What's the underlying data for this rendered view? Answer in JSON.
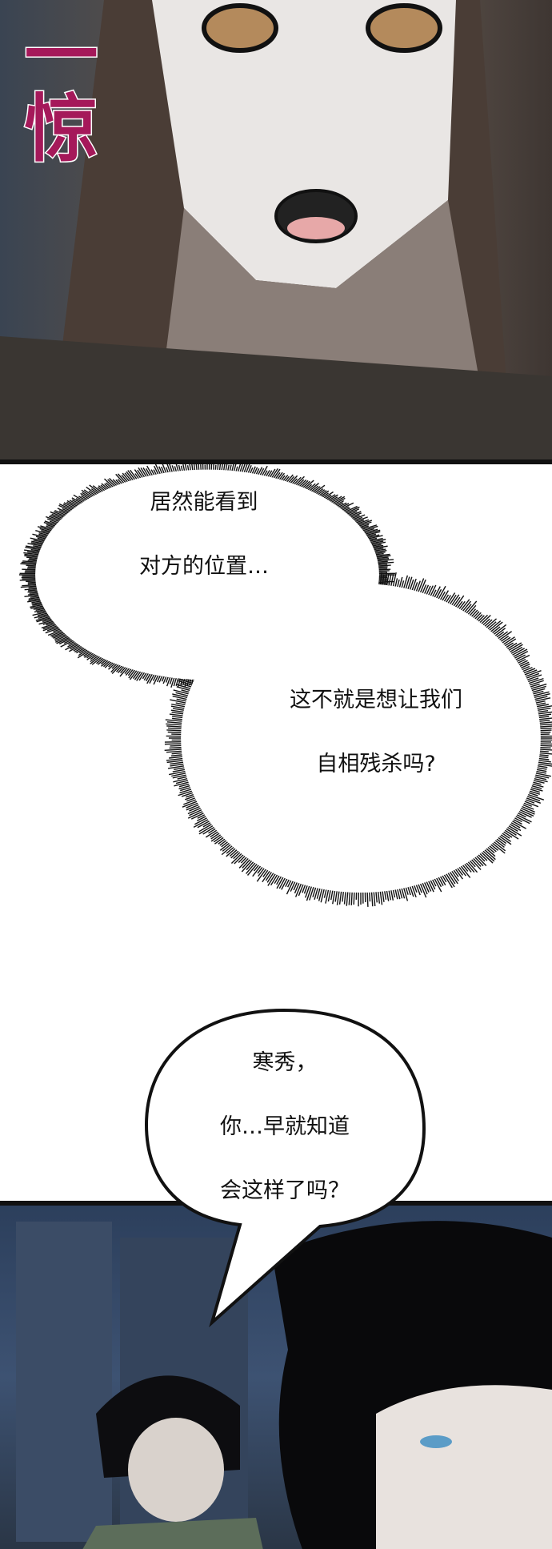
{
  "panels": {
    "top": {
      "sound_effect": "一惊"
    },
    "thought_bubbles": [
      {
        "lines": [
          "居然能看到",
          "对方的位置…"
        ]
      },
      {
        "lines": [
          "这不就是想让我们",
          "自相残杀吗?"
        ]
      }
    ],
    "speech_bubble": {
      "lines": [
        "寒秀，",
        "你…早就知道",
        "会这样了吗？"
      ]
    }
  },
  "colors": {
    "sfx": "#a5195a",
    "ink": "#111111"
  }
}
